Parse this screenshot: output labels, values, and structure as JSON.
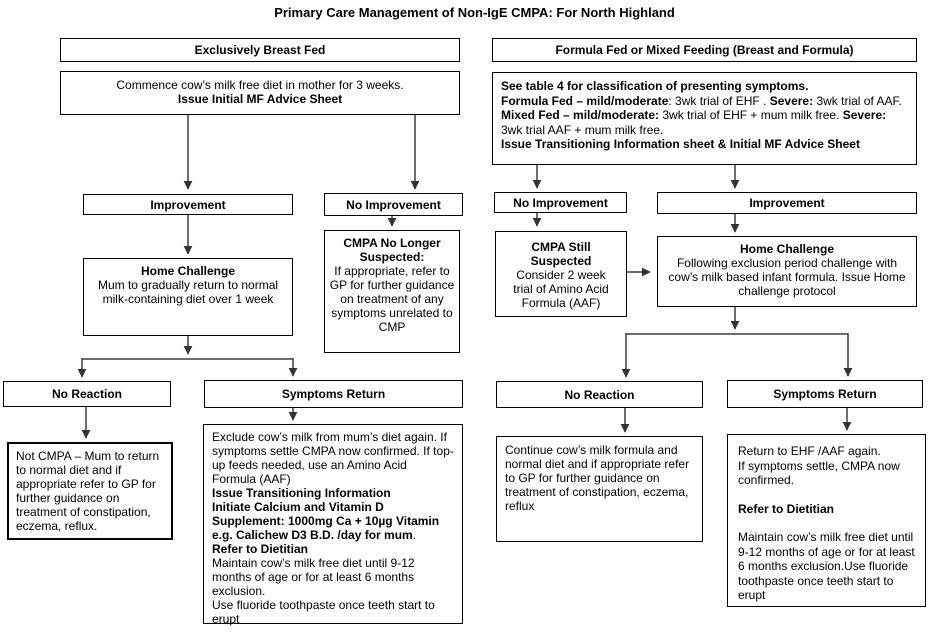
{
  "title": "Primary Care Management of Non-IgE CMPA: For North Highland",
  "left": {
    "header": "Exclusively Breast Fed",
    "step_line1": "Commence cow’s milk free diet in mother for 3 weeks.",
    "step_line2": "Issue Initial MF Advice Sheet",
    "improvement": "Improvement",
    "no_improvement": "No Improvement",
    "home_challenge_title": "Home Challenge",
    "home_challenge_body": "Mum to gradually return to normal milk-containing diet over 1 week",
    "cmpa_no_longer_title": "CMPA No Longer Suspected:",
    "cmpa_no_longer_body": "If appropriate, refer to GP for further guidance on treatment of any symptoms unrelated to CMP",
    "no_reaction": "No Reaction",
    "symptoms_return": "Symptoms Return",
    "not_cmpa": "Not CMPA – Mum to return to normal diet and if appropriate refer to GP for further guidance on treatment of constipation, eczema, reflux.",
    "exclude_p1": "Exclude cow’s milk from mum’s diet again. If symptoms settle CMPA now confirmed.  If top-up feeds needed, use an Amino Acid Formula (AAF)",
    "exclude_b1": "Issue Transitioning Information",
    "exclude_b2a": "Initiate Calcium and Vitamin D",
    "exclude_b2b": "Supplement: 1000mg Ca + 10µg Vitamin",
    "exclude_b2c": "e.g. Calichew D3 B.D. /day for mum",
    "exclude_b2_suffix": ".",
    "exclude_b3": "Refer to Dietitian",
    "exclude_p2": "Maintain cow’s milk free diet until 9-12 months of age or for at least 6 months exclusion.",
    "exclude_p3": "Use fluoride toothpaste once teeth start to erupt"
  },
  "right": {
    "header": "Formula Fed or Mixed Feeding (Breast and Formula)",
    "step_b1": "See table 4 for classification of presenting symptoms.",
    "step_l2_b1": "Formula Fed – mild/moderate",
    "step_l2_n1": ": 3wk trial of EHF . ",
    "step_l2_b2": "Severe:",
    "step_l2_n2": " 3wk trial of AAF.",
    "step_l3_b1": "Mixed Fed – mild/moderate:",
    "step_l3_n1": " 3wk trial of EHF  + mum milk free. ",
    "step_l3_b2": "Severe:",
    "step_l4": "3wk trial AAF  + mum milk free.",
    "step_b5": "Issue Transitioning Information sheet & Initial MF Advice Sheet",
    "no_improvement": "No Improvement",
    "improvement": "Improvement",
    "cmpa_still_title": "CMPA Still Suspected",
    "cmpa_still_body": "Consider 2 week trial of Amino Acid Formula (AAF)",
    "home_challenge_title": "Home Challenge",
    "home_challenge_body": "Following exclusion period challenge with cow’s milk based infant formula.  Issue Home challenge protocol",
    "no_reaction": "No Reaction",
    "symptoms_return": "Symptoms Return",
    "continue_body": "Continue cow’s milk formula and normal diet and if appropriate refer to GP for further guidance on treatment of constipation, eczema, reflux",
    "return_p1": "Return to EHF /AAF again.",
    "return_p2": "If symptoms settle, CMPA now confirmed.",
    "return_b1": "Refer to Dietitian",
    "return_p3": "Maintain cow’s milk free diet until 9-12 months of age or for at least 6 months exclusion.Use fluoride toothpaste once teeth start to erupt"
  }
}
